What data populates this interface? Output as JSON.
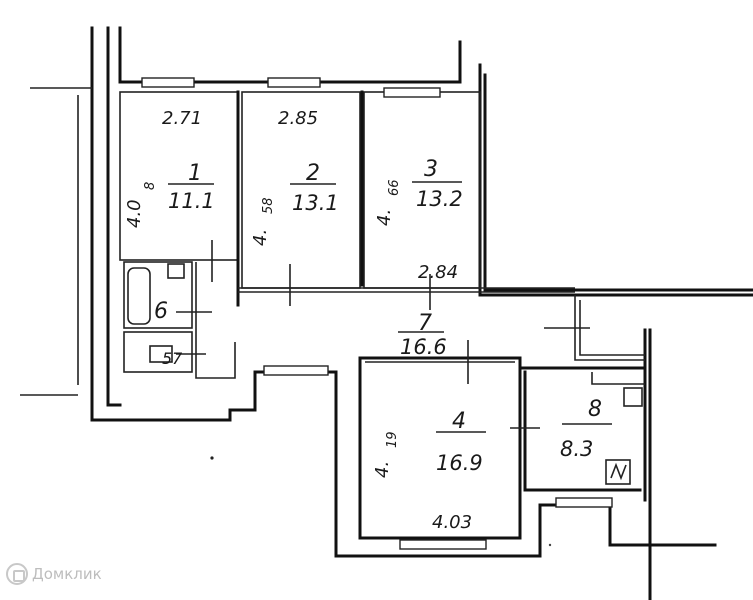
{
  "plan": {
    "rooms": [
      {
        "id": "1",
        "number": "1",
        "area": "11.1",
        "depth_main": "4.0",
        "depth_sup": "8"
      },
      {
        "id": "2",
        "number": "2",
        "area": "13.1",
        "depth_main": "4.",
        "depth_sup": "58"
      },
      {
        "id": "3",
        "number": "3",
        "area": "13.2",
        "depth_main": "4.",
        "depth_sup": "66"
      },
      {
        "id": "4",
        "number": "4",
        "area": "16.9",
        "depth_main": "4.",
        "depth_sup": "19"
      },
      {
        "id": "5",
        "number": "5",
        "area": "7"
      },
      {
        "id": "6",
        "number": "6"
      },
      {
        "id": "7",
        "number": "7",
        "area": "16.6"
      },
      {
        "id": "8",
        "number": "8",
        "area": "8.3"
      }
    ],
    "widths": {
      "room1": "2.71",
      "room2": "2.85",
      "corridor": "2.84",
      "room4": "4.03"
    }
  },
  "watermark": {
    "text": "Домклик",
    "icon": "domclick-logo-icon"
  }
}
